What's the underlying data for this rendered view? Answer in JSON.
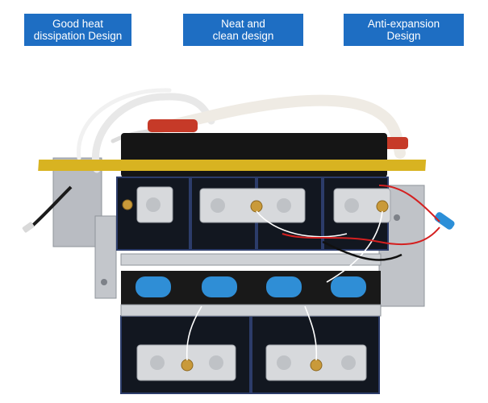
{
  "badges": [
    {
      "label": "Good heat\ndissipation Design"
    },
    {
      "label": "Neat and\nclean design"
    },
    {
      "label": "Anti-expansion\nDesign"
    }
  ],
  "colors": {
    "badge_background": "#1e6ec3",
    "badge_text": "#ffffff",
    "page_background": "#ffffff"
  },
  "photo": {
    "subject": "battery-pack-product-photo"
  }
}
